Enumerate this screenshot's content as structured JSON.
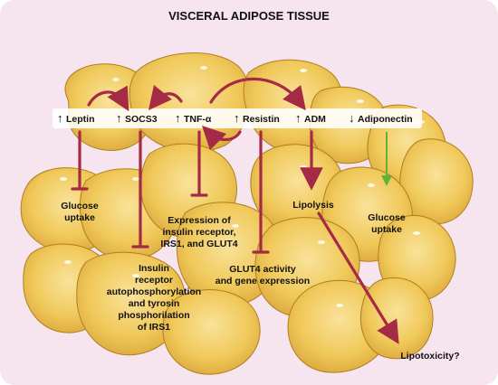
{
  "title": "VISCERAL ADIPOSE TISSUE",
  "colors": {
    "background": "#f6e4ee",
    "cell_fill": "#f0c95a",
    "cell_stroke": "#b07f1c",
    "inhibit": "#a52a45",
    "stimulate_green": "#5fb336",
    "bar": "#ffffff"
  },
  "arrow_symbols": {
    "up": "↑",
    "down": "↓"
  },
  "factors": [
    {
      "direction": "up",
      "label": "Leptin"
    },
    {
      "direction": "up",
      "label": "SOCS3"
    },
    {
      "direction": "up",
      "label": "TNF-α"
    },
    {
      "direction": "up",
      "label": "Resistin"
    },
    {
      "direction": "up",
      "label": "ADM"
    },
    {
      "direction": "down",
      "label": "Adiponectin"
    }
  ],
  "effects": {
    "glucose_uptake_left": [
      "Glucose",
      "uptake"
    ],
    "insulin_receptor_expression": [
      "Expression of",
      "insulin receptor,",
      "IRS1, and GLUT4"
    ],
    "lipolysis": [
      "Lipolysis"
    ],
    "glucose_uptake_right": [
      "Glucose",
      "uptake"
    ],
    "insulin_autophosphorylation": [
      "Insulin",
      "receptor",
      "autophosphorylation",
      "and tyrosin",
      "phosphorilation",
      "of IRS1"
    ],
    "glut4_activity": [
      "GLUT4 activity",
      "and gene expression"
    ],
    "lipotoxicity": [
      "Lipotoxicity?"
    ]
  }
}
